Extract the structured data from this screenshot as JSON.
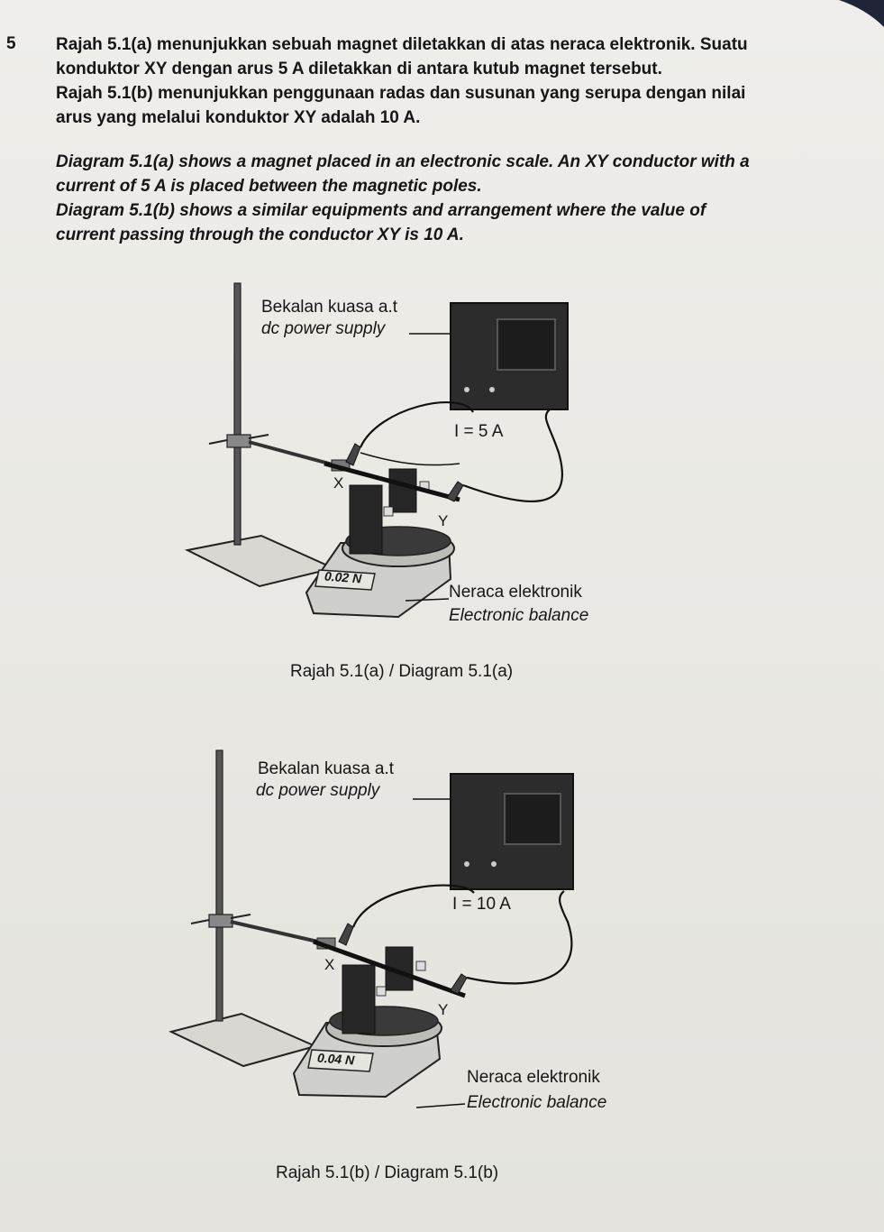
{
  "question": {
    "number": "5",
    "malay_lines": [
      "Rajah 5.1(a) menunjukkan sebuah magnet diletakkan di atas neraca elektronik. Suatu",
      "konduktor XY dengan arus 5 A diletakkan di antara kutub magnet tersebut.",
      "Rajah 5.1(b) menunjukkan penggunaan radas dan susunan yang serupa dengan nilai",
      "arus yang melalui konduktor XY adalah 10 A."
    ],
    "english_lines": [
      "Diagram 5.1(a) shows a magnet placed in an electronic scale. An XY conductor with a",
      "current of 5 A is placed between the magnetic poles.",
      "Diagram 5.1(b) shows a similar equipments and arrangement where the value of",
      "current passing through the conductor XY is 10 A."
    ]
  },
  "diagrams": [
    {
      "power_supply_malay": "Bekalan kuasa a.t",
      "power_supply_english": "dc power supply",
      "current": "I = 5 A",
      "point_x": "X",
      "point_y": "Y",
      "reading": "0.02 N",
      "balance_malay": "Neraca elektronik",
      "balance_english": "Electronic balance",
      "caption": "Rajah 5.1(a) / Diagram 5.1(a)"
    },
    {
      "power_supply_malay": "Bekalan kuasa a.t",
      "power_supply_english": "dc power supply",
      "current": "I = 10 A",
      "point_x": "X",
      "point_y": "Y",
      "reading": "0.04 N",
      "balance_malay": "Neraca elektronik",
      "balance_english": "Electronic balance",
      "caption": "Rajah 5.1(b) / Diagram 5.1(b)"
    }
  ],
  "colors": {
    "ink": "#161616",
    "paper": "#ecebe7",
    "device": "#2a2a2a"
  }
}
